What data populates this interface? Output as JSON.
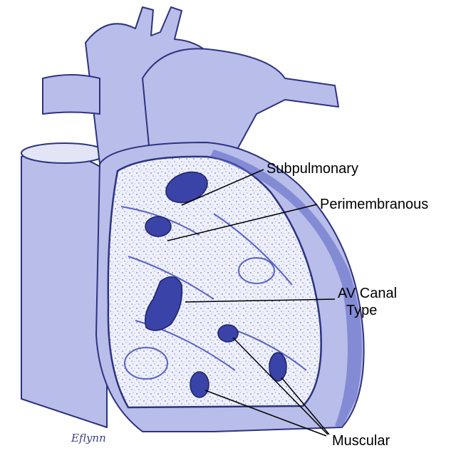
{
  "labels": {
    "subpulmonary": "Subpulmonary",
    "perimembranous": "Perimembranous",
    "av_canal_line1": "AV Canal",
    "av_canal_line2": "Type",
    "muscular": "Muscular"
  },
  "signature": "Eflynn",
  "colors": {
    "heart_fill": "#b9bde9",
    "heart_stroke": "#2c3380",
    "cavity_fill": "#eef0fb",
    "defect_fill": "#3a43a8",
    "vessel_dark": "#5a62c4",
    "leader_line": "#000000"
  }
}
